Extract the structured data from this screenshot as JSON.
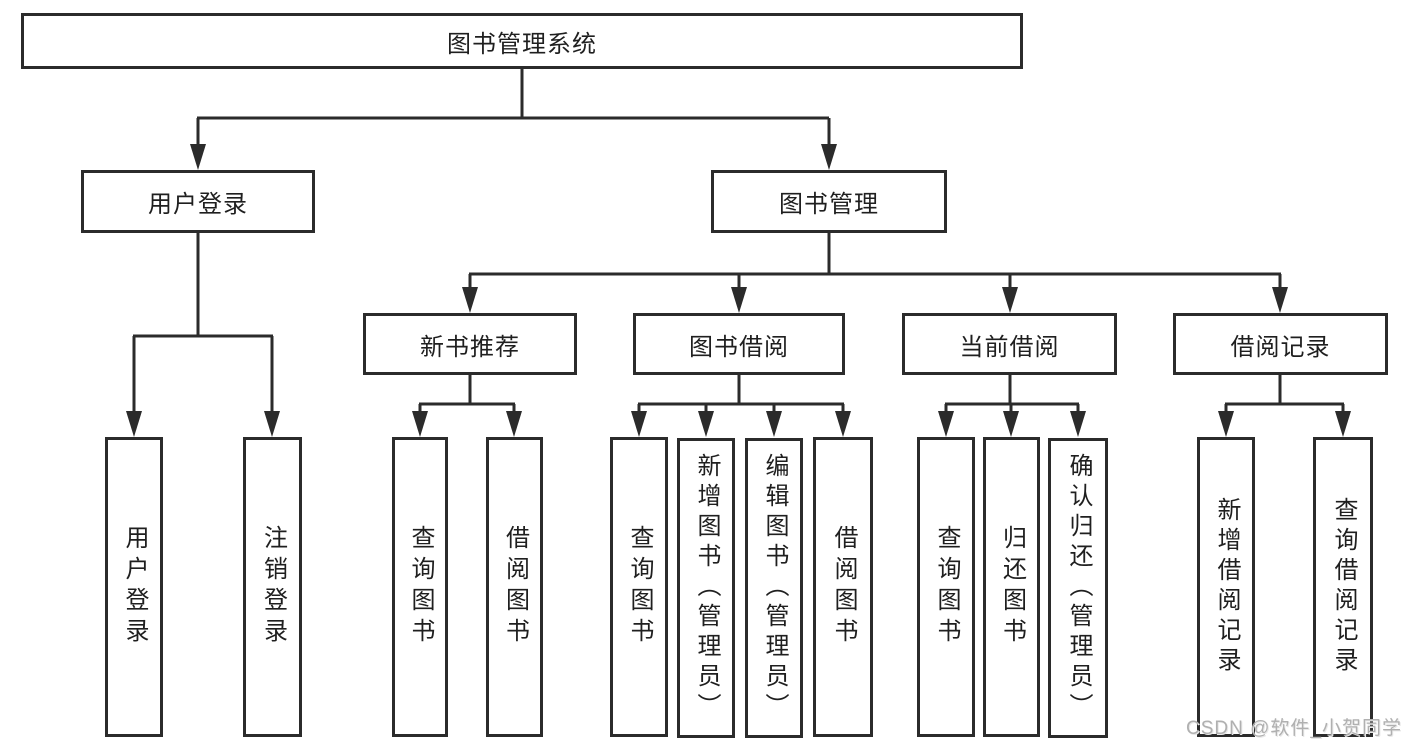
{
  "tree": {
    "root": {
      "label": "图书管理系统"
    },
    "branches": [
      {
        "label": "用户登录",
        "leaves": [
          {
            "label": "用户登录"
          },
          {
            "label": "注销登录"
          }
        ]
      },
      {
        "label": "图书管理",
        "groups": [
          {
            "label": "新书推荐",
            "leaves": [
              {
                "label": "查询图书"
              },
              {
                "label": "借阅图书"
              }
            ]
          },
          {
            "label": "图书借阅",
            "leaves": [
              {
                "label": "查询图书"
              },
              {
                "label": "新增图书（管理员）"
              },
              {
                "label": "编辑图书（管理员）"
              },
              {
                "label": "借阅图书"
              }
            ]
          },
          {
            "label": "当前借阅",
            "leaves": [
              {
                "label": "查询图书"
              },
              {
                "label": "归还图书"
              },
              {
                "label": "确认归还（管理员）"
              }
            ]
          },
          {
            "label": "借阅记录",
            "leaves": [
              {
                "label": "新增借阅记录"
              },
              {
                "label": "查询借阅记录"
              }
            ]
          }
        ]
      }
    ]
  },
  "watermark": {
    "text": "CSDN @软件_小贺同学"
  },
  "colors": {
    "line": "#2b2b2b",
    "box_border": "#2b2b2b",
    "text": "#1f1f1f",
    "watermark": "#b0b0b0",
    "background": "#ffffff"
  }
}
